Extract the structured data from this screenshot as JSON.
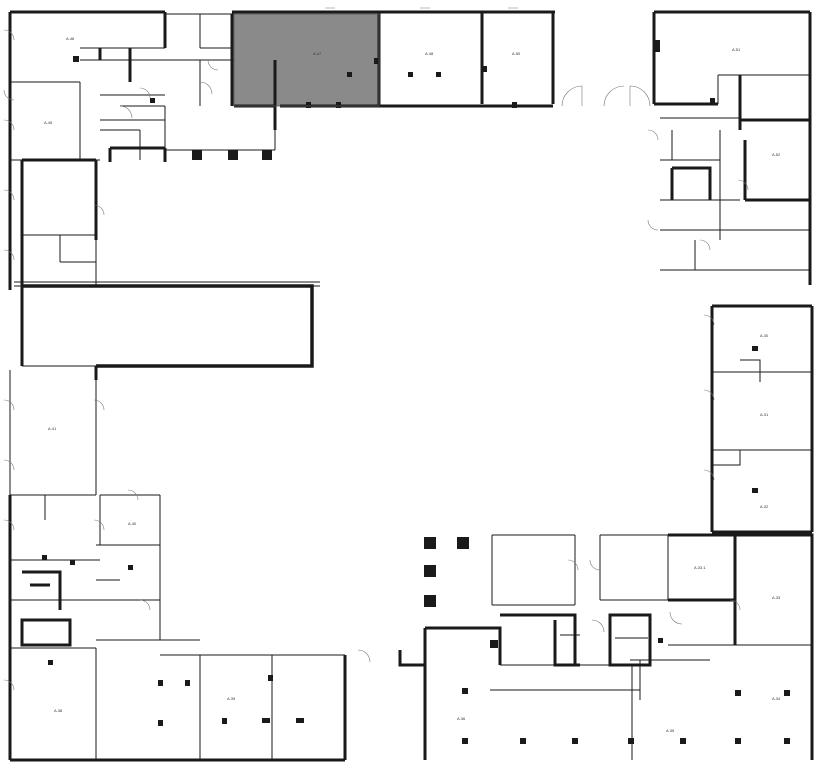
{
  "plan": {
    "highlight_color": "#8a8a8a",
    "wall_color": "#1a1a1a",
    "units": [
      {
        "id": "a46",
        "label": "A.46"
      },
      {
        "id": "a47",
        "label": "A.47",
        "selected": true
      },
      {
        "id": "a48",
        "label": "A.48"
      },
      {
        "id": "a50",
        "label": "A.50"
      },
      {
        "id": "a45",
        "label": "A.45"
      },
      {
        "id": "a51",
        "label": "A.51"
      },
      {
        "id": "a52",
        "label": "A.52"
      },
      {
        "id": "a30",
        "label": "A.30"
      },
      {
        "id": "a31",
        "label": "A.31"
      },
      {
        "id": "a32",
        "label": "A.32"
      },
      {
        "id": "a41",
        "label": "A.41"
      },
      {
        "id": "a40",
        "label": "A.40"
      },
      {
        "id": "a33_1",
        "label": "A.33.1"
      },
      {
        "id": "a33",
        "label": "A.33"
      },
      {
        "id": "a38",
        "label": "A.38"
      },
      {
        "id": "a39",
        "label": "A.39"
      },
      {
        "id": "a36",
        "label": "A.36"
      },
      {
        "id": "a35",
        "label": "A.35"
      },
      {
        "id": "a34",
        "label": "A.34"
      }
    ]
  }
}
